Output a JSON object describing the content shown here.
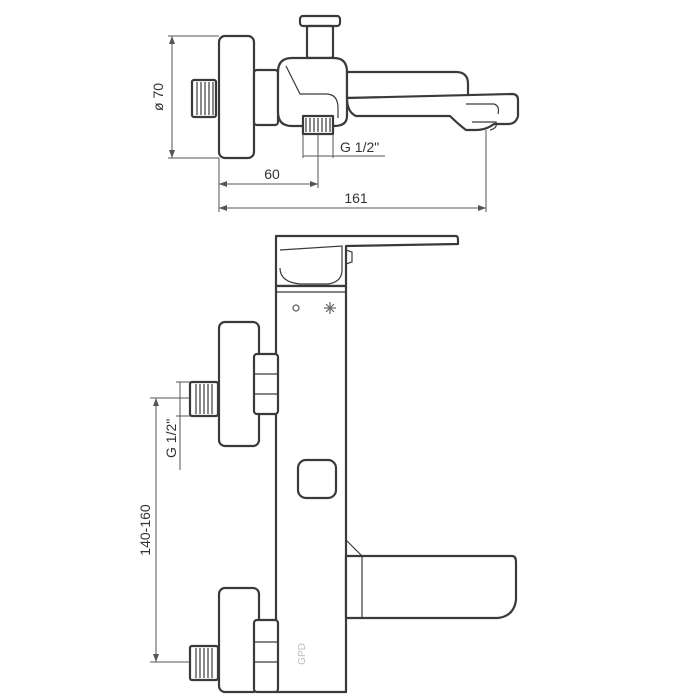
{
  "top_view": {
    "dim_diameter": "ø 70",
    "dim_thread": "G 1/2\"",
    "dim_offset": "60",
    "dim_length": "161"
  },
  "front_view": {
    "dim_thread": "G 1/2\"",
    "dim_spacing": "140-160",
    "logo": "GPD"
  }
}
